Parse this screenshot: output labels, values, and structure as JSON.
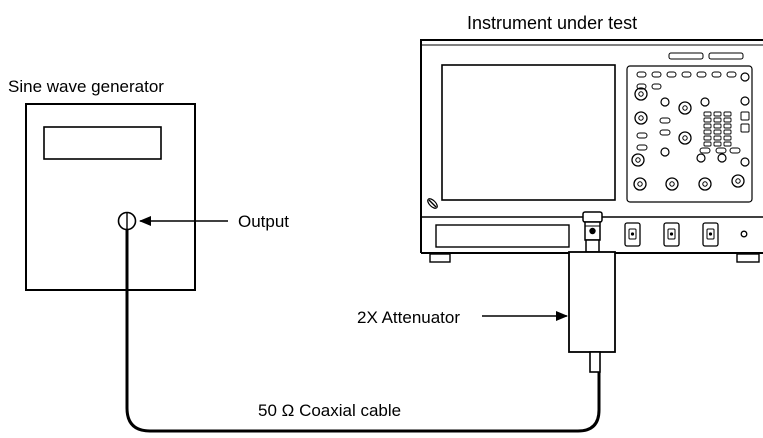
{
  "labels": {
    "instrument": "Instrument under test",
    "generator": "Sine wave generator",
    "output": "Output",
    "attenuator": "2X Attenuator",
    "cable": "50 Ω Coaxial cable"
  }
}
